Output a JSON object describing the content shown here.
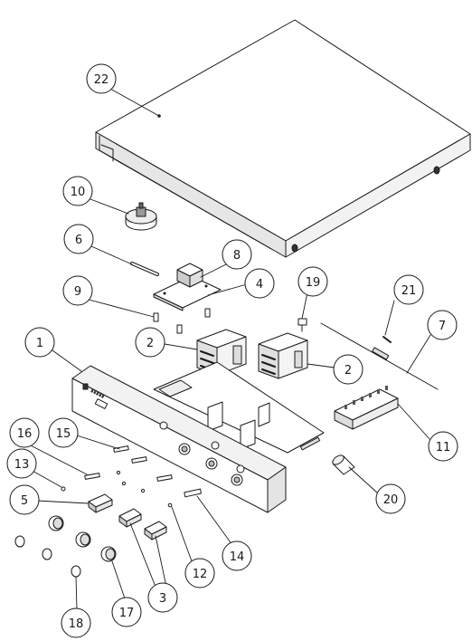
{
  "callouts": [
    {
      "id": "22",
      "label": "22"
    },
    {
      "id": "10",
      "label": "10"
    },
    {
      "id": "6",
      "label": "6"
    },
    {
      "id": "8",
      "label": "8"
    },
    {
      "id": "9",
      "label": "9"
    },
    {
      "id": "4",
      "label": "4"
    },
    {
      "id": "19",
      "label": "19"
    },
    {
      "id": "21",
      "label": "21"
    },
    {
      "id": "1",
      "label": "1"
    },
    {
      "id": "2a",
      "label": "2"
    },
    {
      "id": "2b",
      "label": "2"
    },
    {
      "id": "7",
      "label": "7"
    },
    {
      "id": "16",
      "label": "16"
    },
    {
      "id": "15",
      "label": "15"
    },
    {
      "id": "13",
      "label": "13"
    },
    {
      "id": "5",
      "label": "5"
    },
    {
      "id": "11",
      "label": "11"
    },
    {
      "id": "20",
      "label": "20"
    },
    {
      "id": "14",
      "label": "14"
    },
    {
      "id": "12",
      "label": "12"
    },
    {
      "id": "17",
      "label": "17"
    },
    {
      "id": "3",
      "label": "3"
    },
    {
      "id": "18",
      "label": "18"
    }
  ],
  "colors": {
    "line": "#1a1a1a",
    "fill": "#ffffff",
    "shade": "#d9d9d9",
    "dark": "#555555"
  }
}
